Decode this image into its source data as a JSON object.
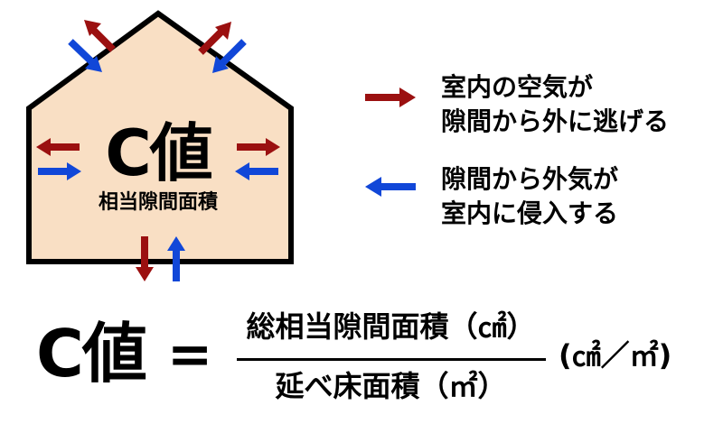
{
  "colors": {
    "house_fill": "#f9dfc4",
    "house_stroke": "#000000",
    "arrow_out": "#9b1010",
    "arrow_in": "#1147d8"
  },
  "house": {
    "title": "C値",
    "subtitle": "相当隙間面積"
  },
  "legend": {
    "out": {
      "icon": "red-arrow-right-icon",
      "lines": [
        "室内の空気が",
        "隙間から外に逃げる"
      ]
    },
    "in": {
      "icon": "blue-arrow-left-icon",
      "lines": [
        "隙間から外気が",
        "室内に侵入する"
      ]
    }
  },
  "formula": {
    "lhs": "C値",
    "equals": "=",
    "numerator": "総相当隙間面積（㎠）",
    "denominator": "延べ床面積（㎡）",
    "unit": "(㎠／㎡)"
  }
}
